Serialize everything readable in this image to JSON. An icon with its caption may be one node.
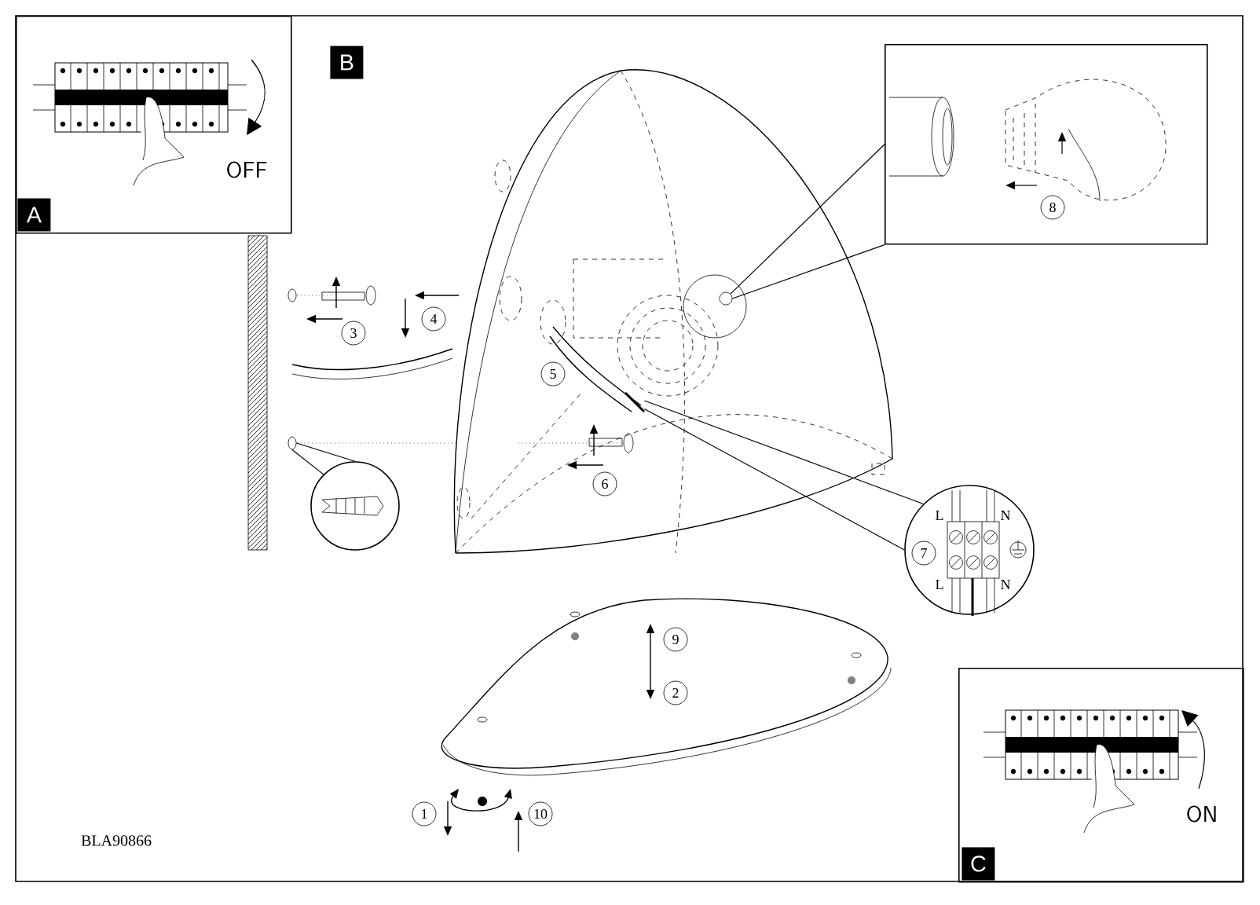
{
  "diagram": {
    "nodes": [
      {
        "text": [
          "A",
          "OFF"
        ]
      },
      {
        "text": [
          "C",
          "ON"
        ]
      },
      {
        "text": [
          "8"
        ]
      },
      {
        "text": [
          "7",
          "L",
          "N",
          "L",
          "N"
        ]
      },
      {
        "text": [],
        "shape": "circle"
      },
      {
        "text": [],
        "shape": "picture"
      },
      {
        "text": [],
        "shape": "circle"
      },
      {
        "text": [],
        "shape": "circle"
      }
    ],
    "edges": [
      {
        "from": 2,
        "to": 4,
        "arrow": "none"
      },
      {
        "from": 2,
        "to": 4,
        "arrow": "none"
      },
      {
        "from": 3,
        "to": 5,
        "arrow": "none"
      },
      {
        "from": 3,
        "to": 5,
        "arrow": "none"
      },
      {
        "from": 6,
        "to": 7,
        "arrow": "none"
      },
      {
        "from": 6,
        "to": 7,
        "arrow": "none"
      }
    ],
    "labels": [
      "B",
      "3",
      "4",
      "5",
      "6",
      "9",
      "2",
      "1",
      "10",
      "BLA90866"
    ]
  }
}
